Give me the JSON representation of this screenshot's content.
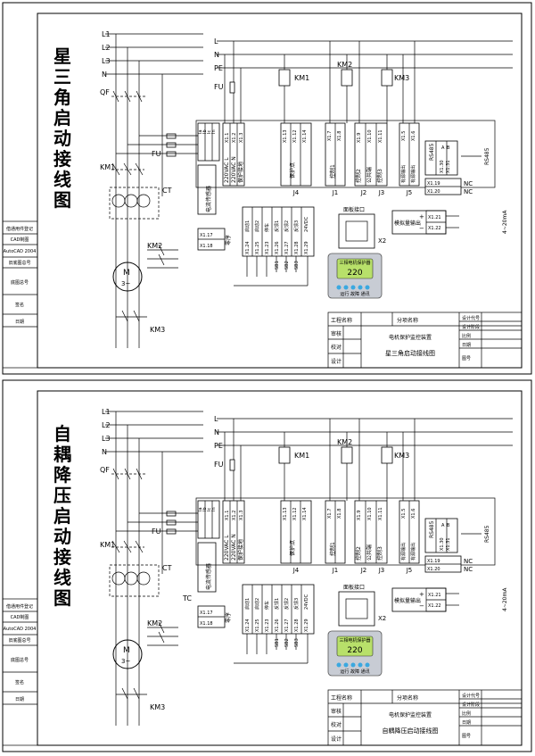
{
  "sheets": [
    {
      "title": "星三角启动接线图",
      "title_chars": [
        "星",
        "三",
        "角",
        "启",
        "动",
        "接",
        "线",
        "图"
      ],
      "drawing_name": "星三角启动接线图",
      "components_left": {
        "qf": "QF",
        "km1": "KM1",
        "km2": "KM2",
        "km3": "KM3",
        "fu": "FU",
        "ct": "CT",
        "motor": "M",
        "motor_phase": "3~"
      }
    },
    {
      "title": "自耦降压启动接线图",
      "title_chars": [
        "自",
        "耦",
        "降",
        "压",
        "启",
        "动",
        "接",
        "线",
        "图"
      ],
      "drawing_name": "自耦降压启动接线图",
      "components_left": {
        "qf": "QF",
        "km1": "KM1",
        "km2": "KM2",
        "km3": "KM3",
        "fu": "FU",
        "ct": "CT",
        "tc": "TC",
        "motor": "M",
        "motor_phase": "3~"
      }
    }
  ],
  "lines": {
    "l1": "L1",
    "l2": "L2",
    "l3": "L3",
    "n": "N",
    "l": "L",
    "n2": "N",
    "pe": "PE"
  },
  "relays": {
    "km1": "KM1",
    "km2": "KM2",
    "km3": "KM3",
    "fu": "FU"
  },
  "terminals": {
    "power": [
      "X1.1",
      "X1.2",
      "X1.3"
    ],
    "power_labels": [
      "220VAC L",
      "220VAC N",
      "保护接地"
    ],
    "j4": [
      "X1.13",
      "X1.12",
      "X1.14"
    ],
    "j4_label": "保护点",
    "j1": [
      "X1.7",
      "X1.8"
    ],
    "j1_label": "控制1",
    "j2j3": [
      "X1.9",
      "X1.10",
      "X1.11"
    ],
    "j2j3_labels": [
      "控制2",
      "公共端",
      "控制3"
    ],
    "j5": [
      "X1.5",
      "X1.6"
    ],
    "j5_labels": [
      "有源输出",
      "有源输出"
    ],
    "rs485": "RS485",
    "rs485_pins": [
      "X1.30",
      "X1.31"
    ],
    "rs485_ab": [
      "A",
      "B"
    ],
    "rs485_side": "RS485",
    "nc": [
      "X1.19",
      "X1.20"
    ],
    "nc_label": "NC",
    "analog": [
      "X1.21",
      "X1.22"
    ],
    "analog_label": "模拟量输出",
    "analog_range": "4~20mA",
    "plus": "+",
    "minus": "−",
    "inputs": [
      "X1.24",
      "X1.25",
      "X1.23",
      "X1.26",
      "X1.27",
      "X1.28",
      "X1.29"
    ],
    "input_labels": [
      "启动1",
      "启动2",
      "停车",
      "反馈1",
      "反馈2",
      "反馈3",
      "24VDC"
    ],
    "zero_seq": [
      "X1.17",
      "X1.18"
    ],
    "zero_seq_label": "零序",
    "ct_sensor": "电流传感器",
    "ct_sensor_top": [
      "Ia",
      "Ib",
      "Ic",
      "In"
    ],
    "switches": [
      "SB1",
      "SB2",
      "SB3"
    ],
    "panel": "面板接口",
    "x2": "X2",
    "j_labels": [
      "J4",
      "J1",
      "J2",
      "J3",
      "J5"
    ]
  },
  "device": {
    "reading": "220",
    "line1": "三相电机保护器",
    "line2": "运行 故障 通讯"
  },
  "title_block": {
    "proj": "工程名称",
    "sub": "分项名称",
    "product": "电机保护监控装置",
    "audit": "审核",
    "check": "校对",
    "design": "设计",
    "code": "设计代号",
    "stage": "设计阶段",
    "scale": "比例",
    "date": "日期",
    "fig": "图号"
  },
  "side_block": [
    "借通用件登记",
    "CAD制图",
    "AutoCAD 2004",
    "旧底图总号",
    "底图总号",
    "签名",
    "日期"
  ]
}
